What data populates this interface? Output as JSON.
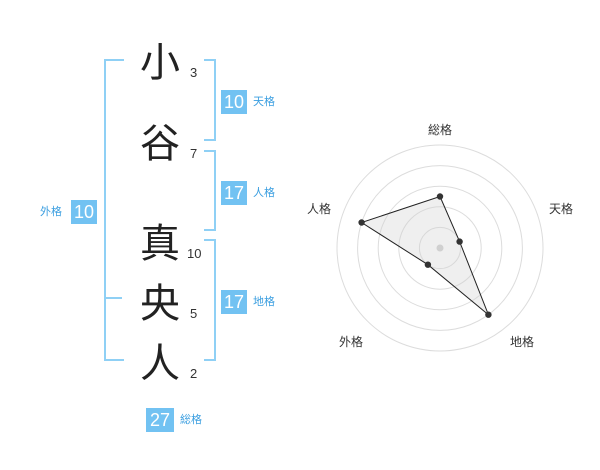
{
  "name": {
    "characters": [
      {
        "char": "小",
        "strokes": "3"
      },
      {
        "char": "谷",
        "strokes": "7"
      },
      {
        "char": "真",
        "strokes": "10"
      },
      {
        "char": "央",
        "strokes": "5"
      },
      {
        "char": "人",
        "strokes": "2"
      }
    ]
  },
  "kaku": {
    "tenkaku": {
      "value": "10",
      "label": "天格"
    },
    "jinkaku": {
      "value": "17",
      "label": "人格"
    },
    "chikaku": {
      "value": "17",
      "label": "地格"
    },
    "gaikaku": {
      "value": "10",
      "label": "外格"
    },
    "soukaku": {
      "value": "27",
      "label": "総格"
    }
  },
  "colors": {
    "accent": "#72c2f2",
    "bracket": "#8fd0f5",
    "label": "#3a9ee0"
  },
  "chart_data": {
    "type": "radar",
    "axes": [
      "総格",
      "天格",
      "地格",
      "外格",
      "人格"
    ],
    "values": [
      2.5,
      1,
      4,
      1,
      4
    ],
    "rmax": 5,
    "rings": 5,
    "grid": true
  }
}
